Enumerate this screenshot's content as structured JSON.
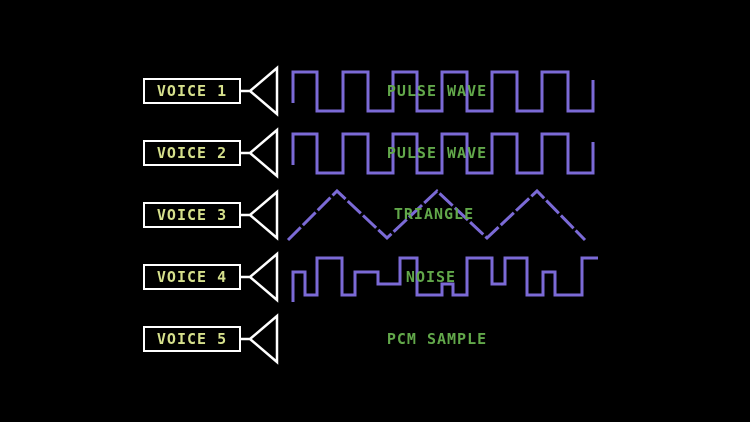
{
  "voices": [
    {
      "label": "VOICE 1",
      "waveform": "PULSE WAVE"
    },
    {
      "label": "VOICE 2",
      "waveform": "PULSE WAVE"
    },
    {
      "label": "VOICE 3",
      "waveform": "TRIANGLE"
    },
    {
      "label": "VOICE 4",
      "waveform": "NOISE"
    },
    {
      "label": "VOICE 5",
      "waveform": "PCM SAMPLE"
    }
  ],
  "colors": {
    "wave": "#7b6ad6",
    "label": "#62a84a",
    "voice": "#d6e08c",
    "outline": "#ffffff"
  }
}
